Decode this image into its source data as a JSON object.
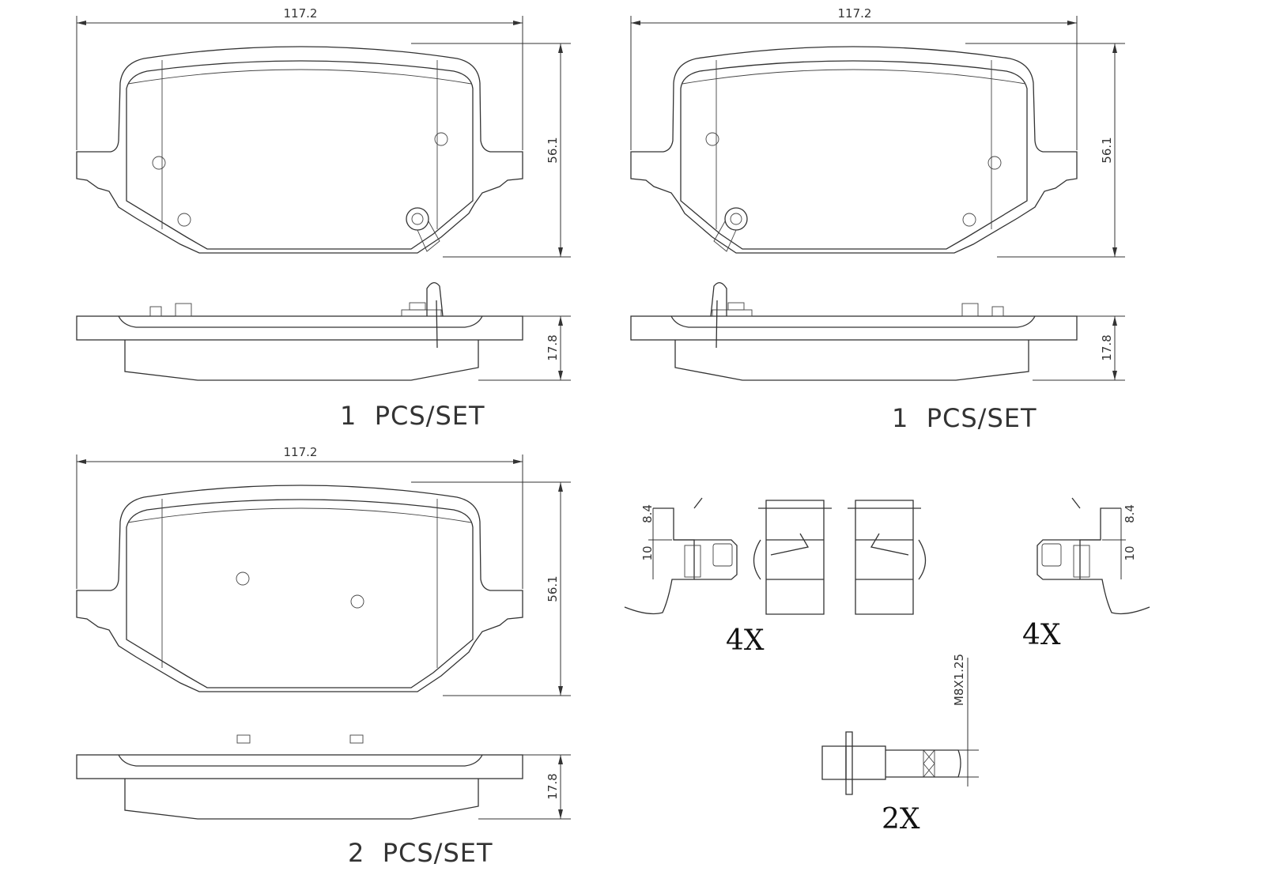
{
  "pads": [
    {
      "width": "117.2",
      "height": "56.1",
      "thickness": "17.8",
      "qty_label": "1  PCS/SET"
    },
    {
      "width": "117.2",
      "height": "56.1",
      "thickness": "17.8",
      "qty_label": "1  PCS/SET"
    },
    {
      "width": "117.2",
      "height": "56.1",
      "thickness": "17.8",
      "qty_label": "2  PCS/SET"
    }
  ],
  "clips": {
    "dim_a": "8.4",
    "dim_b": "10",
    "qty_left": "4X",
    "qty_right": "4X"
  },
  "bolt": {
    "thread": "M8X1.25",
    "qty": "2X"
  }
}
